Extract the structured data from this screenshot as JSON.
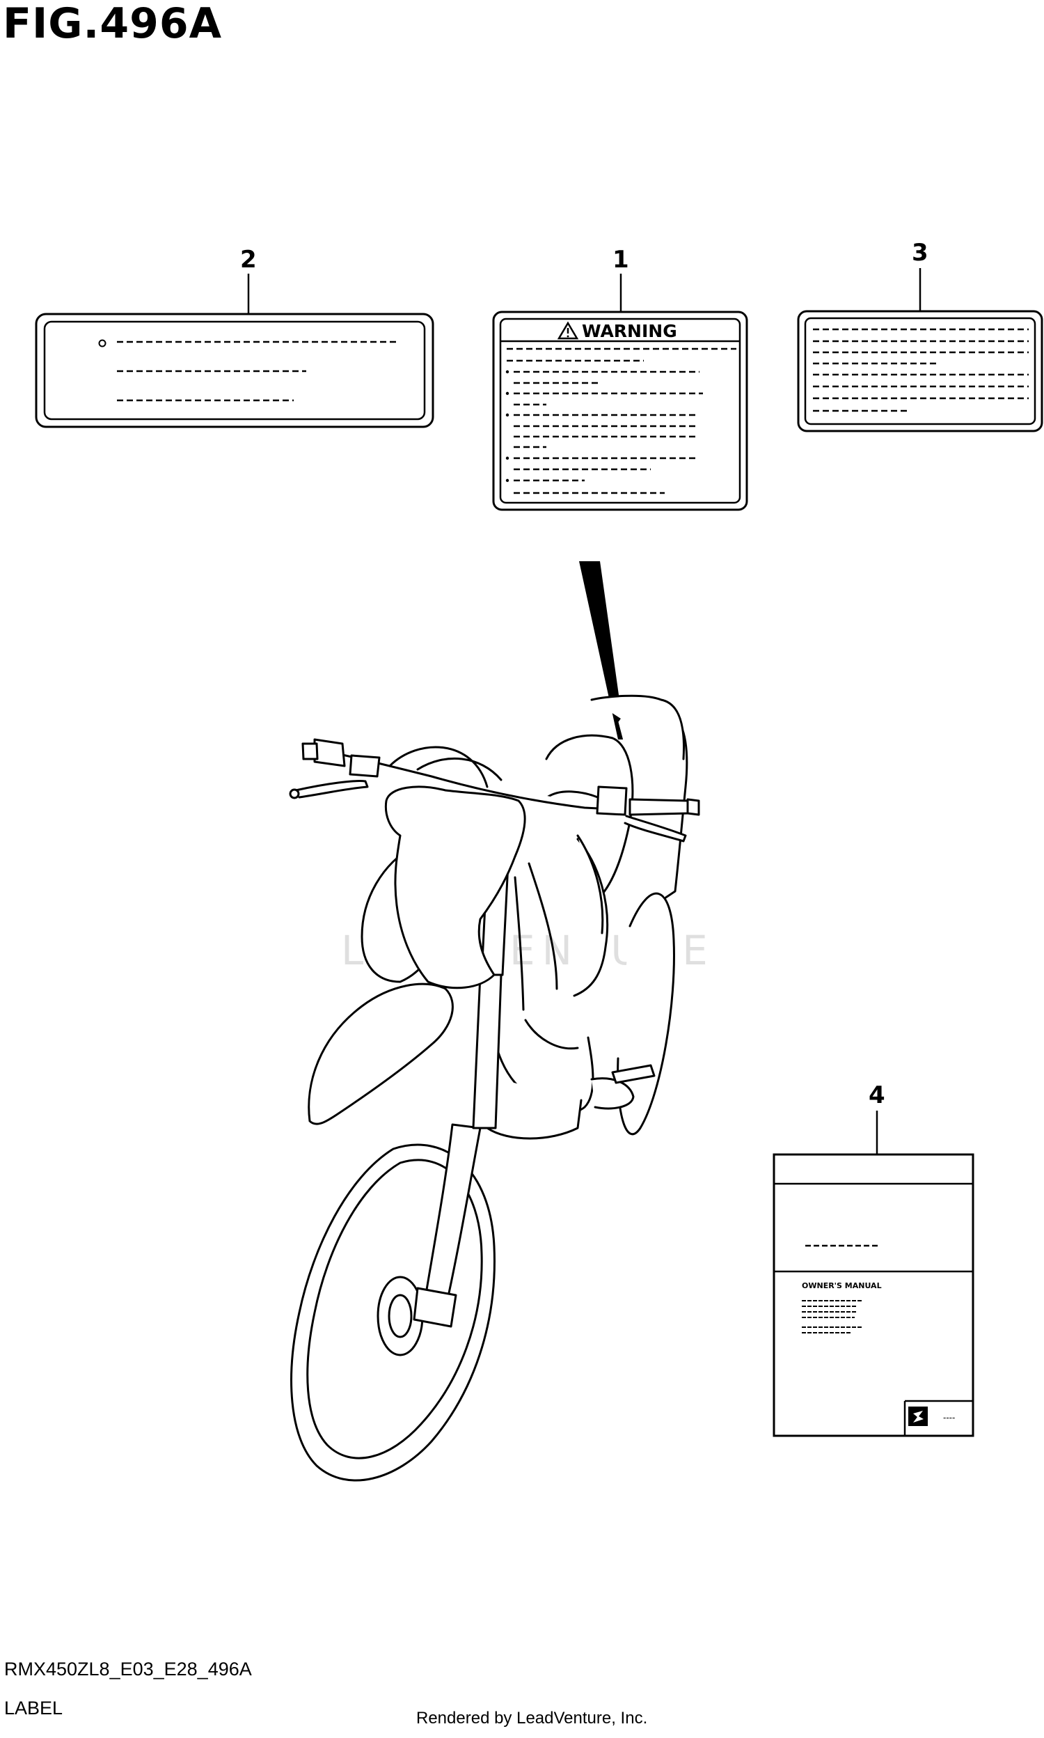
{
  "figure": {
    "title": "FIG.496A",
    "model_code": "RMX450ZL8_E03_E28_496A",
    "group_label": "LABEL",
    "credit": "Rendered by LeadVenture, Inc.",
    "watermark": "LEADVENTURE"
  },
  "callouts": [
    "1",
    "2",
    "3",
    "4"
  ],
  "labels": {
    "warning_heading": "WARNING",
    "manual_title": "OWNER'S MANUAL",
    "manual_code": "----"
  }
}
